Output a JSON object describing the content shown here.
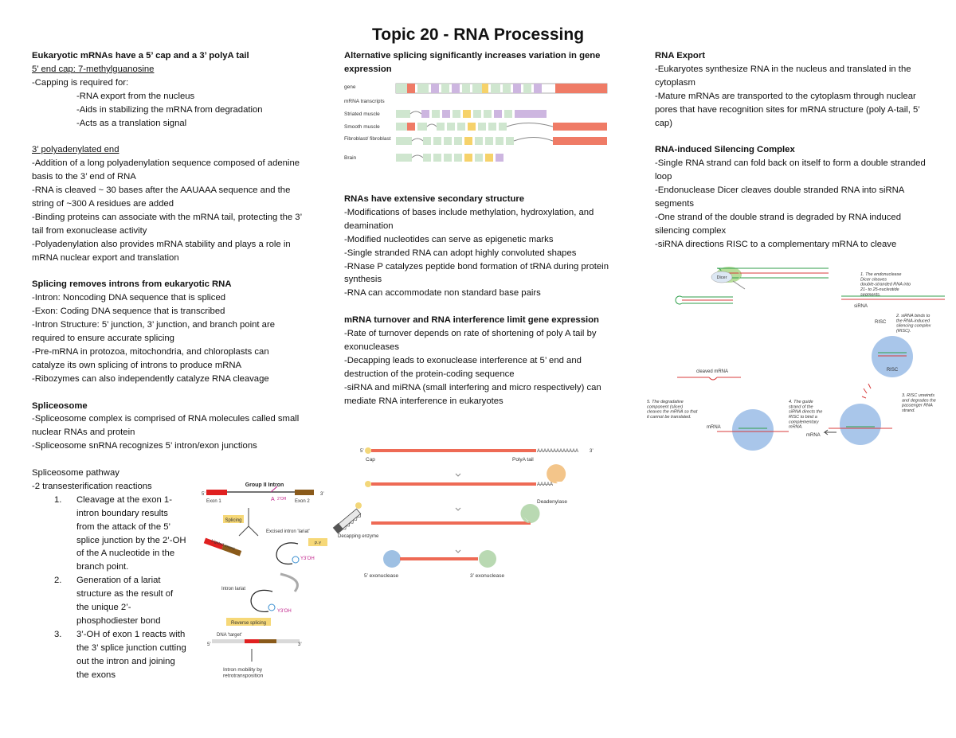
{
  "title": "Topic 20 - RNA Processing",
  "col1": {
    "h_cap": "Eukaryotic mRNAs have a 5’ cap and a 3’ polyA tail",
    "cap_sub": "5’ end cap: 7-methylguanosine",
    "cap_req": "-Capping is required for:",
    "cap_items": [
      "-RNA export from the nucleus",
      "-Aids in stabilizing the mRNA from degradation",
      "-Acts as a translation signal"
    ],
    "polya_sub": "3’ polyadenylated end",
    "polya_lines": [
      "-Addition of a long polyadenylation sequence composed of adenine basis to the 3’ end of RNA",
      "-RNA is cleaved ~ 30 bases after the AAUAAA sequence and the string of ~300 A residues are added",
      "-Binding proteins can associate with the mRNA tail, protecting the 3’ tail from exonuclease activity",
      "-Polyadenylation also provides mRNA stability and plays a role in mRNA nuclear export and translation"
    ],
    "h_splicing": "Splicing removes introns from eukaryotic RNA",
    "splicing_lines": [
      "-Intron: Noncoding DNA sequence that is spliced",
      "-Exon: Coding DNA sequence that is transcribed",
      "-Intron Structure: 5’ junction, 3’ junction, and branch point are required to ensure accurate splicing",
      "-Pre-mRNA in protozoa, mitochondria, and chloroplasts can catalyze its own splicing of introns to produce mRNA",
      "-Ribozymes can also independently catalyze RNA cleavage"
    ],
    "h_spliceosome": "Spliceosome",
    "spliceosome_lines": [
      "-Spliceosome complex is comprised of RNA molecules called small nuclear RNAs and protein",
      "-Spliceosome snRNA recognizes 5’ intron/exon junctions"
    ],
    "pathway_h": "Spliceosome pathway",
    "pathway_sub": "-2 transesterification reactions",
    "steps": [
      {
        "num": "1.",
        "text": "Cleavage at the exon 1-intron boundary results from the attack of the 5’ splice junction by the 2’-OH of the A nucleotide in the branch point."
      },
      {
        "num": "2.",
        "text": "Generation of a lariat structure as the result of the unique 2’-phosphodiester bond"
      },
      {
        "num": "3.",
        "text": "3’-OH of exon 1 reacts with the 3’ splice junction cutting out the intron and joining the exons"
      }
    ]
  },
  "col2": {
    "h_alt": "Alternative splicing significantly increases variation in gene expression",
    "h_secondary": "RNAs have extensive secondary structure",
    "secondary_lines": [
      "-Modifications of bases include methylation, hydroxylation, and deamination",
      "-Modified nucleotides can serve as epigenetic marks",
      "-Single stranded RNA can adopt highly convoluted shapes",
      "-RNase P catalyzes peptide bond formation of tRNA during protein synthesis",
      "-RNA can accommodate non standard base pairs"
    ],
    "h_turnover": "mRNA turnover and RNA interference limit gene expression",
    "turnover_lines": [
      "-Rate of turnover depends on rate of shortening of poly A tail by exonucleases",
      "-Decapping leads to exonuclease interference at 5’ end and destruction of the protein-coding sequence",
      "-siRNA and miRNA (small interfering and micro respectively) can mediate RNA interference in eukaryotes"
    ]
  },
  "col3": {
    "h_export": "RNA Export",
    "export_lines": [
      "-Eukaryotes synthesize RNA in the nucleus and translated in the cytoplasm",
      "-Mature mRNAs are transported to the cytoplasm through nuclear pores that have recognition sites for mRNA structure (poly A-tail, 5’ cap)"
    ],
    "h_risc": "RNA-induced Silencing Complex",
    "risc_lines": [
      "-Single RNA strand can fold back on itself to form a double stranded loop",
      "-Endonuclease Dicer cleaves double stranded RNA into siRNA segments",
      "-One strand of the double strand is degraded by RNA induced silencing complex",
      "-siRNA directions RISC to a complementary mRNA to cleave"
    ]
  },
  "fig_alt": {
    "row_labels": [
      "gene",
      "mRNA transcripts",
      "Striated muscle",
      "Smooth muscle",
      "Fibroblast/ fibroblast",
      "Brain"
    ],
    "colors": {
      "exon_green": "#cfe6cf",
      "exon_purple": "#cdb6e0",
      "exon_yellow": "#f6d26a",
      "exon_red": "#ef7b66",
      "intron": "#888888"
    }
  },
  "fig_group2": {
    "title": "Group II Intron",
    "exon1": "Exon 1",
    "exon2": "Exon 2",
    "five": "5’",
    "three": "3’",
    "a_label": "A",
    "oh2": "2’OH",
    "splicing": "Splicing",
    "ligated": "Ligated exons",
    "excised": "Excised intron 'lariat'",
    "yoh": "Y3’OH",
    "intron_lariat": "Intron lariat",
    "reverse_splicing": "Reverse splicing",
    "dna_target": "DNA 'target'",
    "mobility": "Intron mobility by retrotransposition",
    "colors": {
      "exon1": "#e02020",
      "exon2": "#8a5a1a",
      "box": "#f6d878"
    }
  },
  "fig_turnover": {
    "cap": "Cap",
    "five": "5’",
    "three": "3’",
    "polya": "PolyA tail",
    "tail1": "AAAAAAAAAAAAA",
    "tail2": "AAAAA",
    "deadenylase": "Deadenylase",
    "decapping": "Decapping enzyme",
    "exo5": "5’ exonuclease",
    "exo3": "3’ exonuclease",
    "colors": {
      "rna": "#ee6a55",
      "deadenylase": "#f3c58a",
      "exo3": "#b9d9b2",
      "exo5": "#9ec0e3"
    }
  },
  "fig_risc": {
    "dicer": "Dicer",
    "step1": "1. The endonuclease Dicer cleaves double-stranded RNA into 21- to 25-nucleotide segments.",
    "sirna": "siRNA",
    "risc_label": "RISC",
    "step2": "2. siRNA binds to the RNA-induced silencing complex (RISC).",
    "risc_ball": "RISC",
    "step3": "3. RISC unwinds and degrades the passenger RNA strand.",
    "step4": "4. The guide strand of the siRNA directs the RISC to bind a complementary mRNA.",
    "step5": "5. The degradative component (slicer) cleaves the mRNA so that it cannot be translated.",
    "cleaved": "cleaved mRNA",
    "mrna1": "mRNA",
    "mrna2": "mRNA",
    "colors": {
      "strand_green": "#2f9e4a",
      "strand_red": "#d83b3b",
      "risc": "#a9c6ea",
      "dicer": "#b7dd9a"
    }
  }
}
